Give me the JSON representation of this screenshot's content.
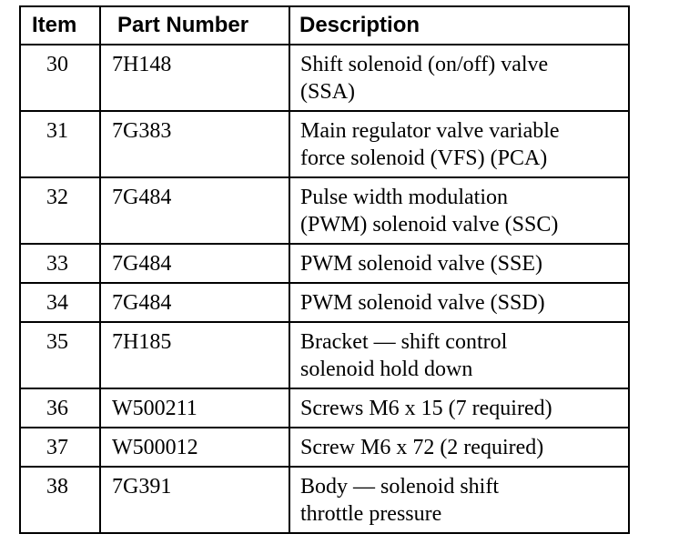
{
  "table": {
    "headers": {
      "item": "Item",
      "part_number": "Part Number",
      "description": "Description"
    },
    "rows": [
      {
        "item": "30",
        "part_number": "7H148",
        "description_lines": [
          "Shift solenoid (on/off) valve",
          "(SSA)"
        ]
      },
      {
        "item": "31",
        "part_number": "7G383",
        "description_lines": [
          "Main regulator valve variable",
          "force solenoid (VFS) (PCA)"
        ]
      },
      {
        "item": "32",
        "part_number": "7G484",
        "description_lines": [
          "Pulse width modulation",
          "(PWM) solenoid valve (SSC)"
        ]
      },
      {
        "item": "33",
        "part_number": "7G484",
        "description_lines": [
          "PWM solenoid valve (SSE)"
        ]
      },
      {
        "item": "34",
        "part_number": "7G484",
        "description_lines": [
          "PWM solenoid valve (SSD)"
        ]
      },
      {
        "item": "35",
        "part_number": "7H185",
        "description_lines": [
          "Bracket — shift control",
          "solenoid hold down"
        ]
      },
      {
        "item": "36",
        "part_number": "W500211",
        "description_lines": [
          "Screws M6 x 15 (7 required)"
        ]
      },
      {
        "item": "37",
        "part_number": "W500012",
        "description_lines": [
          "Screw M6 x 72 (2 required)"
        ]
      },
      {
        "item": "38",
        "part_number": "7G391",
        "description_lines": [
          "Body — solenoid shift",
          "throttle pressure"
        ]
      }
    ]
  }
}
